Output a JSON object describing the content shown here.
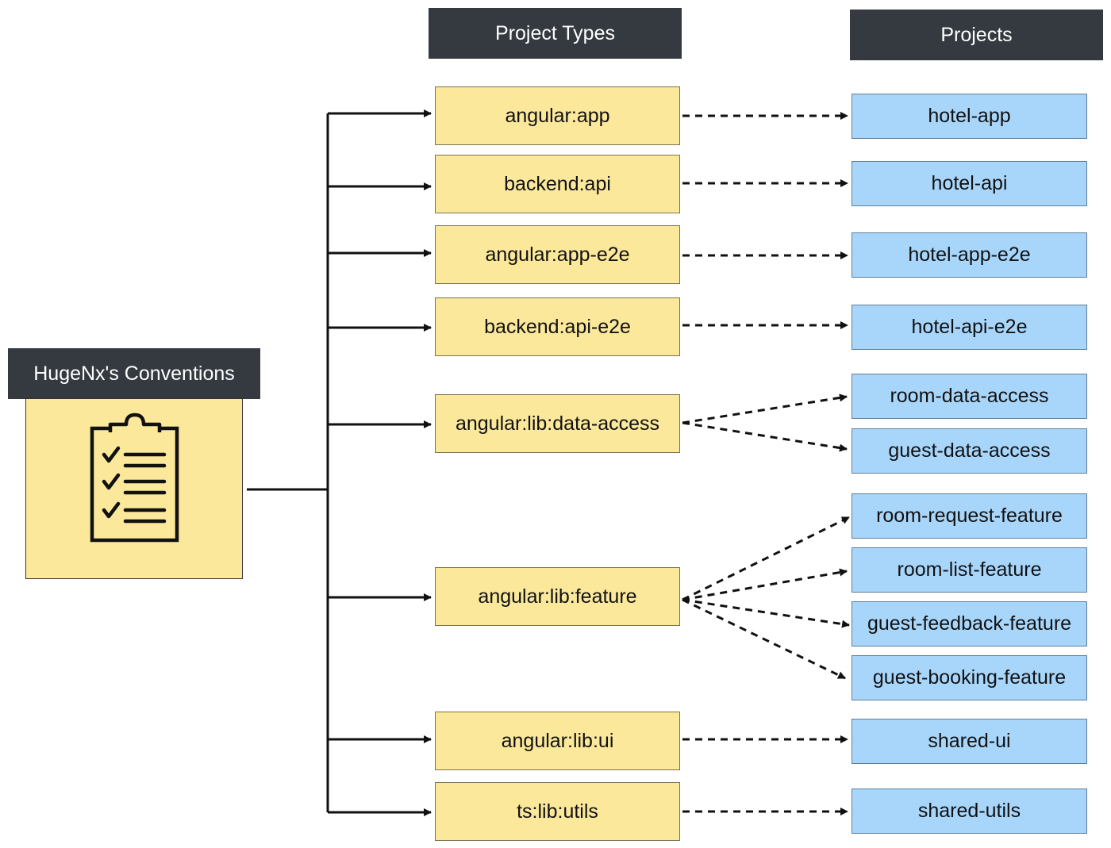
{
  "headers": {
    "conventions": "HugeNx's Conventions",
    "project_types": "Project Types",
    "projects": "Projects"
  },
  "project_types": [
    {
      "label": "angular:app"
    },
    {
      "label": "backend:api"
    },
    {
      "label": "angular:app-e2e"
    },
    {
      "label": "backend:api-e2e"
    },
    {
      "label": "angular:lib:data-access"
    },
    {
      "label": "angular:lib:feature"
    },
    {
      "label": "angular:lib:ui"
    },
    {
      "label": "ts:lib:utils"
    }
  ],
  "projects": [
    {
      "label": "hotel-app"
    },
    {
      "label": "hotel-api"
    },
    {
      "label": "hotel-app-e2e"
    },
    {
      "label": "hotel-api-e2e"
    },
    {
      "label": "room-data-access"
    },
    {
      "label": "guest-data-access"
    },
    {
      "label": "room-request-feature"
    },
    {
      "label": "room-list-feature"
    },
    {
      "label": "guest-feedback-feature"
    },
    {
      "label": "guest-booking-feature"
    },
    {
      "label": "shared-ui"
    },
    {
      "label": "shared-utils"
    }
  ],
  "mappings": [
    {
      "type": "angular:app",
      "projects": [
        "hotel-app"
      ]
    },
    {
      "type": "backend:api",
      "projects": [
        "hotel-api"
      ]
    },
    {
      "type": "angular:app-e2e",
      "projects": [
        "hotel-app-e2e"
      ]
    },
    {
      "type": "backend:api-e2e",
      "projects": [
        "hotel-api-e2e"
      ]
    },
    {
      "type": "angular:lib:data-access",
      "projects": [
        "room-data-access",
        "guest-data-access"
      ]
    },
    {
      "type": "angular:lib:feature",
      "projects": [
        "room-request-feature",
        "room-list-feature",
        "guest-feedback-feature",
        "guest-booking-feature"
      ]
    },
    {
      "type": "angular:lib:ui",
      "projects": [
        "shared-ui"
      ]
    },
    {
      "type": "ts:lib:utils",
      "projects": [
        "shared-utils"
      ]
    }
  ],
  "colors": {
    "header_bg": "#343a40",
    "project_type_fill": "#fbe89b",
    "project_fill": "#a8d6fb",
    "line": "#111111"
  },
  "icons": {
    "conventions": "clipboard-checklist-icon"
  }
}
